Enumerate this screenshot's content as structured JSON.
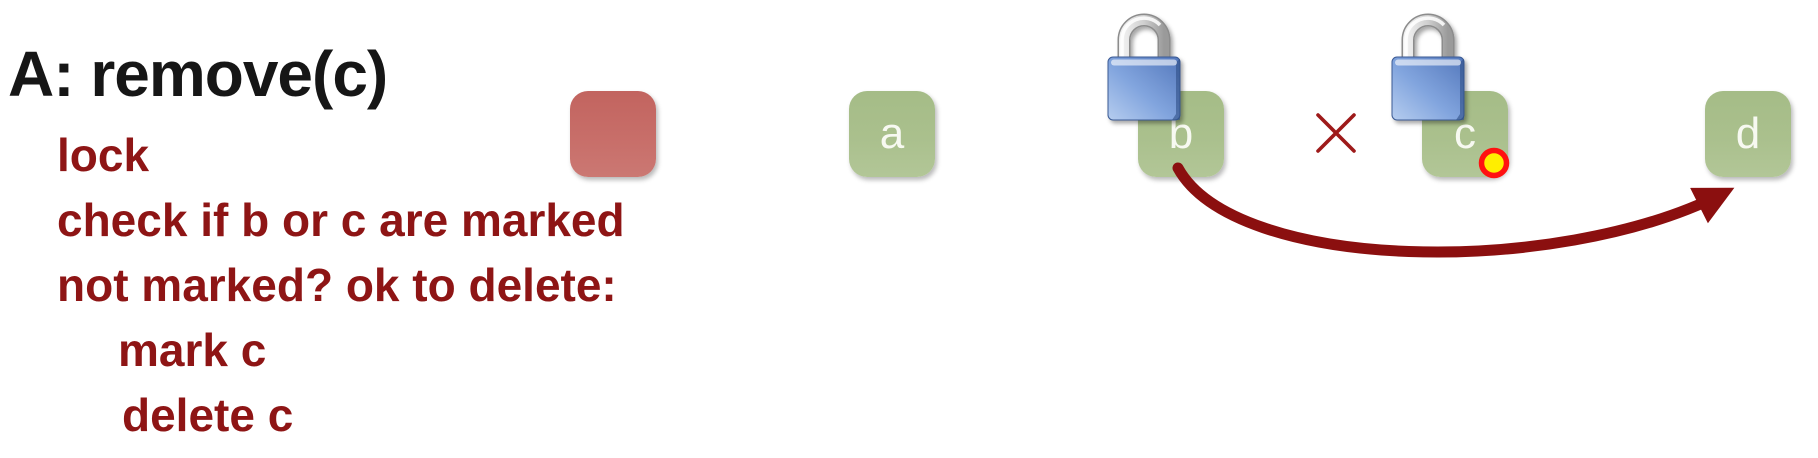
{
  "slide": {
    "title": "A: remove(c)",
    "program": {
      "lines": [
        {
          "text": "lock"
        },
        {
          "text": "check if b or c are marked"
        },
        {
          "text": "not marked? ok to delete:"
        },
        {
          "text": "mark c"
        },
        {
          "text": "delete c"
        }
      ]
    },
    "list": {
      "nodes": [
        {
          "id": "head",
          "label": "",
          "role": "head sentinel node"
        },
        {
          "id": "a",
          "label": "a"
        },
        {
          "id": "b",
          "label": "b",
          "decoration": "lock-icon"
        },
        {
          "id": "c",
          "label": "c",
          "decoration": "lock-icon, marked-dot-icon"
        },
        {
          "id": "d",
          "label": "d"
        }
      ],
      "edges": [
        {
          "from": "head",
          "to": "a",
          "style": "black-arrow"
        },
        {
          "from": "a",
          "to": "b",
          "style": "black-arrow"
        },
        {
          "from": "b",
          "to": "c",
          "style": "black-arrow",
          "annotation": "crossed-out"
        },
        {
          "from": "c",
          "to": "d",
          "style": "black-arrow"
        },
        {
          "from": "b",
          "to": "d",
          "style": "dark-red-curved-arrow",
          "meaning": "new link bypassing c"
        }
      ]
    },
    "icons": {
      "lock_icon_count": 2,
      "cross_icon": "red X over edge b to c",
      "marked_dot_icon": "yellow circle with red ring on node c"
    },
    "colors": {
      "title_text": "#161616",
      "program_text": "#8E1515",
      "head_node": "#C56B66",
      "list_node": "#A9C08D",
      "node_label": "#F7F9F1",
      "black_arrow": "#000000",
      "curved_arrow": "#8B0F0F",
      "cross": "#9E1A1A",
      "marked_dot_fill": "#FFEE00",
      "marked_dot_ring": "#FF1111",
      "lock_body": "#7DA0DC",
      "lock_shackle": "#D9D9D9"
    }
  }
}
